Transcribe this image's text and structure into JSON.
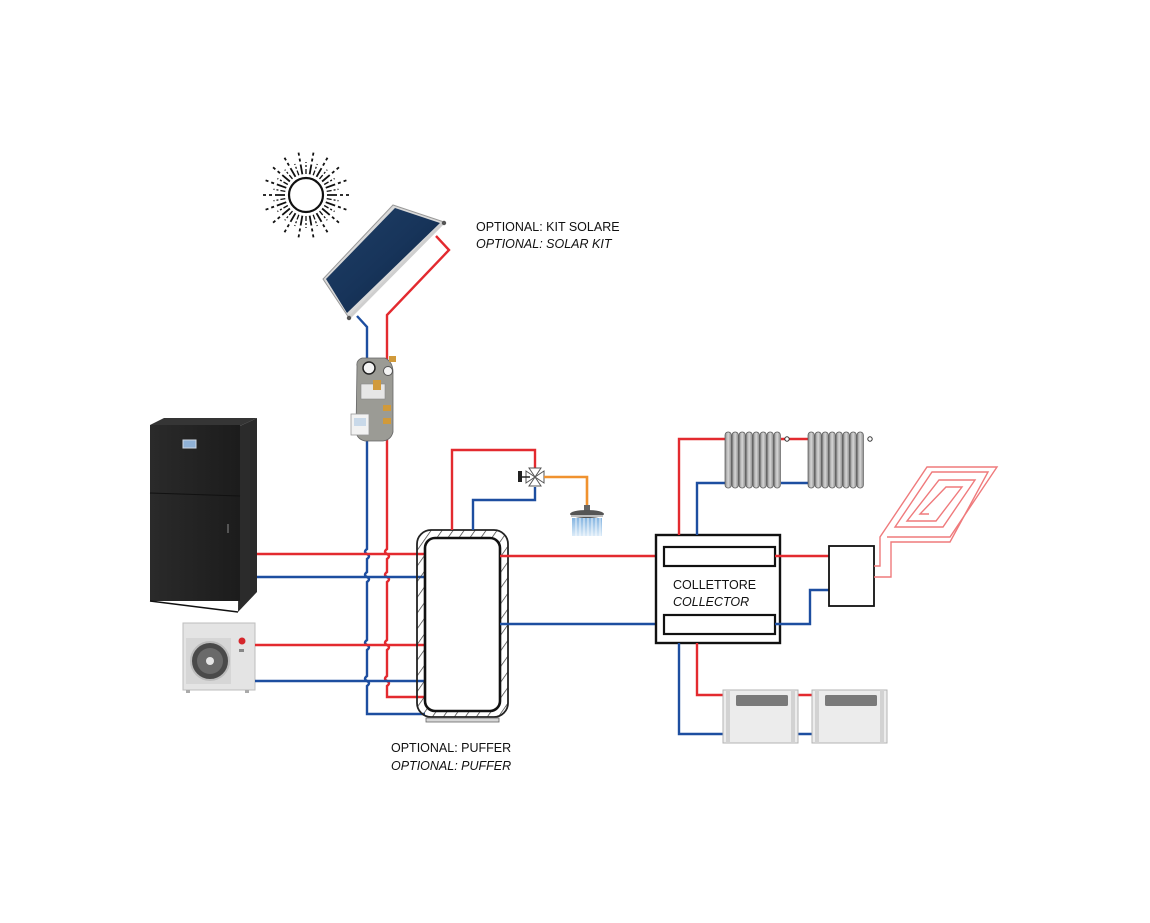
{
  "diagram": {
    "title": "Heat pump system schematic",
    "labels": {
      "solar_kit_it": "OPTIONAL: KIT SOLARE",
      "solar_kit_en": "OPTIONAL: SOLAR KIT",
      "puffer_it": "OPTIONAL: PUFFER",
      "puffer_en": "OPTIONAL: PUFFER",
      "collector_it": "COLLETTORE",
      "collector_en": "COLLECTOR"
    },
    "components": [
      {
        "id": "sun",
        "icon": "sun-icon"
      },
      {
        "id": "solar-panel",
        "label_ref": "solar_kit"
      },
      {
        "id": "solar-pump-station"
      },
      {
        "id": "indoor-heat-pump-unit"
      },
      {
        "id": "outdoor-heat-pump-unit"
      },
      {
        "id": "buffer-tank",
        "label_ref": "puffer"
      },
      {
        "id": "mixing-valve"
      },
      {
        "id": "shower-head",
        "icon": "shower-icon"
      },
      {
        "id": "collector-manifold",
        "label_ref": "collector"
      },
      {
        "id": "radiator-1"
      },
      {
        "id": "radiator-2"
      },
      {
        "id": "floor-heating-mixing-box"
      },
      {
        "id": "underfloor-heating-loop"
      },
      {
        "id": "fan-coil-1"
      },
      {
        "id": "fan-coil-2"
      }
    ],
    "legend_colors": {
      "hot_flow": "#e32a2f",
      "cold_return": "#1d4ea0",
      "domestic_hot_water": "#f0922f",
      "underfloor_loop": "#ef7a7c"
    }
  }
}
